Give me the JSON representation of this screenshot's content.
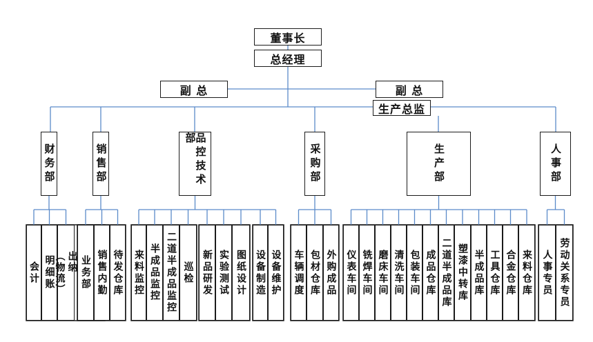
{
  "colors": {
    "line": "#5b8ac9",
    "border": "#1a1a1a",
    "text": "#111111"
  },
  "top": {
    "chairman": "董事长",
    "gm": "总经理",
    "vp_left": "副 总",
    "vp_right": "副 总",
    "prod_director": "生产总监"
  },
  "departments": [
    {
      "name": "财务部",
      "units": [
        [
          "会计"
        ],
        [
          "明细账"
        ],
        [
          "出纳",
          "（物流）"
        ]
      ]
    },
    {
      "name": "销售部",
      "units": [
        [
          "业务部"
        ],
        [
          "销售内勤"
        ],
        [
          "待发仓库"
        ]
      ]
    },
    {
      "name": "品控技术部",
      "units": [
        [
          "来料监控"
        ],
        [
          "半成品监控"
        ],
        [
          "二道半成品监控"
        ],
        [
          "巡检"
        ],
        [
          "新品研发"
        ],
        [
          "实验测试"
        ],
        [
          "图纸设计"
        ],
        [
          "设备制造"
        ],
        [
          "设备维护"
        ]
      ]
    },
    {
      "name": "采购部",
      "units": [
        [
          "车辆调度"
        ],
        [
          "包材仓库"
        ],
        [
          "外购成品"
        ]
      ]
    },
    {
      "name": "生产部",
      "units": [
        [
          "仪表车间"
        ],
        [
          "铣焊车间"
        ],
        [
          "磨床车间"
        ],
        [
          "清洗车间"
        ],
        [
          "包装车间"
        ],
        [
          "成品仓库"
        ],
        [
          "二道半成品库"
        ],
        [
          "塑漆中转库"
        ],
        [
          "半成品库"
        ],
        [
          "工具仓库"
        ],
        [
          "合金仓库"
        ],
        [
          "来料仓库"
        ]
      ]
    },
    {
      "name": "人事部",
      "units": [
        [
          "人事专员"
        ],
        [
          "劳动关系专员"
        ]
      ]
    }
  ]
}
